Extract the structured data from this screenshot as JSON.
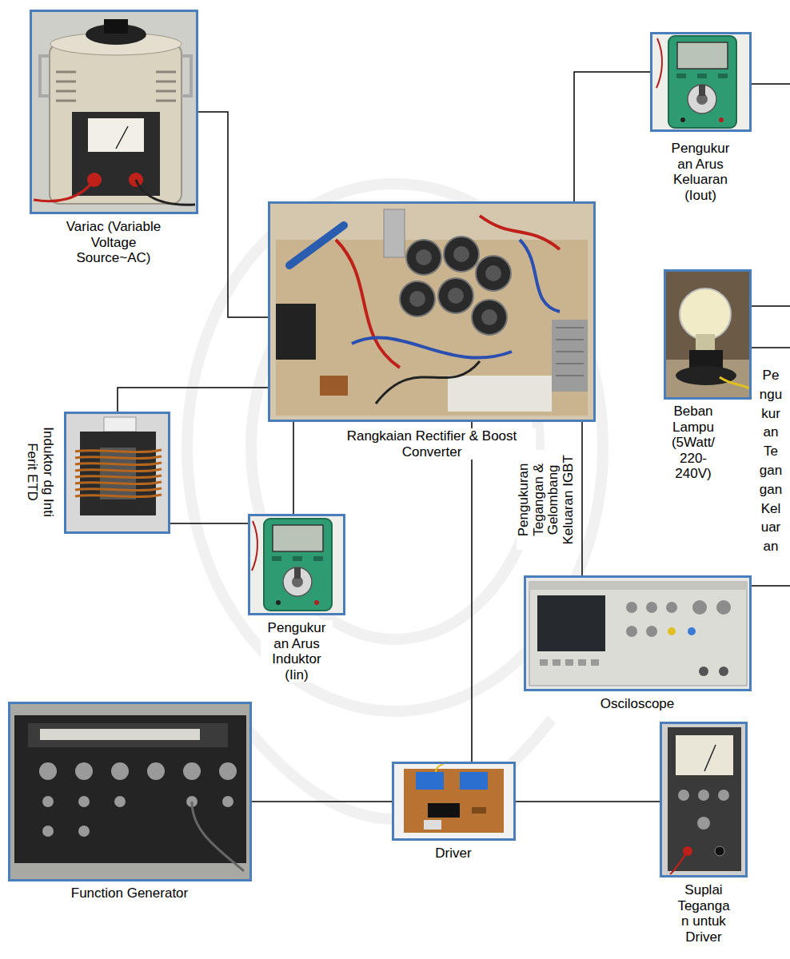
{
  "diagram": {
    "nodes": [
      {
        "text": [
          "Variac (Variable Voltage Source~AC)"
        ]
      },
      {
        "text": [
          "Pengukur an Arus Keluaran (Iout)"
        ]
      },
      {
        "text": [
          "Rangkaian Rectifier & Boost Converter"
        ]
      },
      {
        "text": [
          "Beban Lampu (5Watt/ 220- 240V)"
        ]
      },
      {
        "text": [
          "Induktor dg Inti Ferit ETD"
        ]
      },
      {
        "text": [
          "Pengukur an Arus Induktor (Iin)"
        ]
      },
      {
        "text": [
          "Osciloscope"
        ]
      },
      {
        "text": [
          "Function Generator"
        ]
      },
      {
        "text": [
          "Driver"
        ]
      },
      {
        "text": [
          "Suplai Teganga n untuk Driver"
        ]
      }
    ],
    "edges": [
      {
        "from": 0,
        "to": 2,
        "arrow": "none"
      },
      {
        "from": 2,
        "to": 1,
        "arrow": "none"
      },
      {
        "from": 4,
        "to": 2,
        "arrow": "none"
      },
      {
        "from": 4,
        "to": 5,
        "arrow": "none"
      },
      {
        "from": 2,
        "to": 5,
        "arrow": "none"
      },
      {
        "from": 2,
        "to": 6,
        "label": "Pengukuran Tegangan & Gelombang Keluaran IGBT",
        "arrow": "none"
      },
      {
        "from": 2,
        "to": 8,
        "arrow": "none"
      },
      {
        "from": 7,
        "to": 8,
        "arrow": "none"
      },
      {
        "from": 8,
        "to": 9,
        "arrow": "none"
      }
    ],
    "labels": [
      "Pe ngu kur an Te gan gan Kel uar an"
    ]
  }
}
